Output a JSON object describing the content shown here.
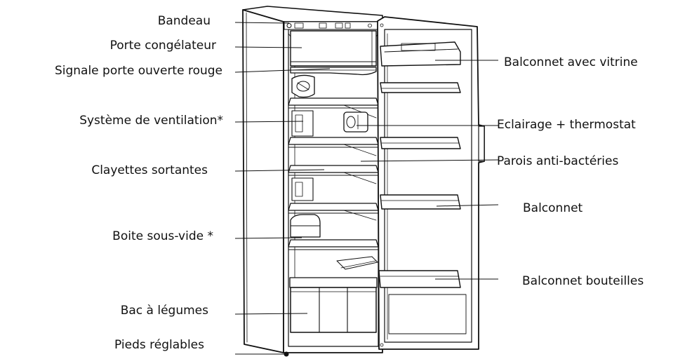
{
  "labels_left": [
    "Bandeau",
    "Porte congélateur",
    "Signale porte ouverte rouge",
    "Système de ventilation*",
    "Clayettes sortantes",
    "Boite sous-vide *",
    "Bac à légumes",
    "Pieds réglables"
  ],
  "labels_right": [
    "Balconnet avec vitrine",
    "Eclairage + thermostat",
    "Parois anti-bactéries",
    "Balconnet",
    "Balconnet bouteilles"
  ]
}
